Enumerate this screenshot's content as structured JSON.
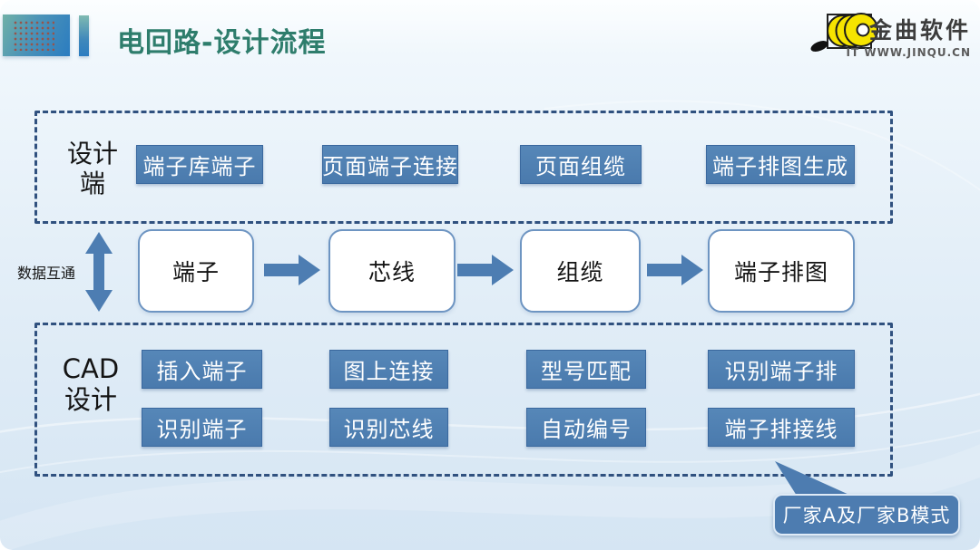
{
  "header": {
    "title": "电回路-设计流程",
    "logo": {
      "brand": "金曲软件",
      "website": "IT WWW.JINQU.CN"
    }
  },
  "design_section": {
    "label_lines": [
      "设计",
      "端"
    ],
    "buttons": [
      "端子库端子",
      "页面端子连接",
      "页面组缆",
      "端子排图生成"
    ]
  },
  "data_flow": {
    "exchange_label": "数据互通",
    "nodes": [
      "端子",
      "芯线",
      "组缆",
      "端子排图"
    ]
  },
  "cad_section": {
    "label_lines": [
      "CAD",
      "设计"
    ],
    "buttons_row1": [
      "插入端子",
      "图上连接",
      "型号匹配",
      "识别端子排"
    ],
    "buttons_row2": [
      "识别端子",
      "识别芯线",
      "自动编号",
      "端子排接线"
    ]
  },
  "callout": {
    "text": "厂家A及厂家B模式"
  },
  "colors": {
    "title_green": "#2e7d6c",
    "button_blue": "#4e80b2",
    "button_border": "#3a689e",
    "dashed_border": "#30517f",
    "arrow_blue": "#4d7db2",
    "node_border": "#6e95c2",
    "callout_blue": "#4d7cb0",
    "logo_yellow": "#f6e400",
    "background_blue": "#d5e5f3"
  }
}
